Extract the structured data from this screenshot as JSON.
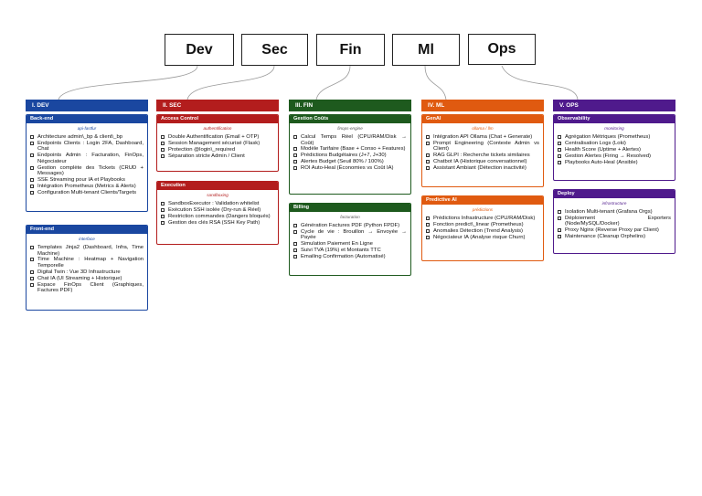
{
  "top_boxes": [
    "Dev",
    "Sec",
    "Fin",
    "Ml",
    "Ops"
  ],
  "colors": {
    "dev": "#1a47a0",
    "sec": "#b31d1d",
    "fin": "#1e5a1e",
    "ml": "#e05a10",
    "ops": "#4f1a8c"
  },
  "columns": [
    {
      "key": "dev",
      "title": "I. DEV",
      "cards": [
        {
          "title": "Back-end",
          "subtitle": "api-fastfur",
          "items": [
            "Architecture admin\\_bp & client\\_bp",
            "Endpoints Clients : Login 2FA, Dashboard, Chat",
            "Endpoints Admin : Facturation, FinOps, Négociateur",
            "Gestion complète des Tickets (CRUD + Messages)",
            "SSE Streaming pour IA et Playbooks",
            "Intégration Prometheus (Metrics & Alerts)",
            "Configuration Multi-tenant Clients/Targets"
          ]
        },
        {
          "title": "Front-end",
          "subtitle": "interface",
          "items": [
            "Templates Jinja2 (Dashboard, Infra, Time Machine)",
            "Time Machine : Heatmap + Navigation Temporelle",
            "Digital Twin : Vue 3D Infrastructure",
            "Chat IA (UI Streaming + Historique)",
            "Espace FinOps Client (Graphiques, Factures PDF)"
          ]
        }
      ]
    },
    {
      "key": "sec",
      "title": "II. SEC",
      "cards": [
        {
          "title": "Access Control",
          "subtitle": "authentification",
          "items": [
            "Double Authentification (Email + OTP)",
            "Session Management sécurisé (Flask)",
            "Protection @login\\_required",
            "Séparation stricte Admin / Client"
          ]
        },
        {
          "title": "Execution",
          "subtitle": "sandboxing",
          "items": [
            "SandboxExecutor : Validation whitelist",
            "Exécution SSH isolée (Dry-run & Réel)",
            "Restriction commandes (Dangers bloqués)",
            "Gestion des clés RSA (SSH Key Path)"
          ]
        }
      ]
    },
    {
      "key": "fin",
      "title": "III. FIN",
      "cards": [
        {
          "title": "Gestion Coûts",
          "subtitle": "finops-engine",
          "items": [
            "Calcul Temps Réel (CPU/RAM/Disk → Coût)",
            "Modèle Tarifaire (Base + Conso + Features)",
            "Prédictions Budgétaires (J+7, J+30)",
            "Alertes Budget (Seuil 80% / 100%)",
            "ROI Auto-Heal (Économies vs Coût IA)"
          ]
        },
        {
          "title": "Billing",
          "subtitle": "facturation",
          "items": [
            "Génération Factures PDF (Python FPDF)",
            "Cycle de vie : Brouillon → Envoyée → Payée",
            "Simulation Paiement En Ligne",
            "Suivi TVA (19%) et Montants TTC",
            "Emailing Confirmation (Automatisé)"
          ]
        }
      ]
    },
    {
      "key": "ml",
      "title": "IV. ML",
      "cards": [
        {
          "title": "GenAI",
          "subtitle": "ollama / llm",
          "items": [
            "Intégration API Ollama (Chat + Generate)",
            "Prompt Engineering (Contexte Admin vs Client)",
            "RAG GLPI : Recherche tickets similaires",
            "Chatbot IA (Historique conversationnel)",
            "Assistant Ambiant (Détection inactivité)"
          ]
        },
        {
          "title": "Predictive AI",
          "subtitle": "prédictions",
          "items": [
            "Prédictions Infrastructure (CPU/RAM/Disk)",
            "Fonction predict\\_linear (Prometheus)",
            "Anomalies Détection (Trend Analysis)",
            "Négociateur IA (Analyse risque Churn)"
          ]
        }
      ]
    },
    {
      "key": "ops",
      "title": "V. OPS",
      "cards": [
        {
          "title": "Observability",
          "subtitle": "monitoring",
          "items": [
            "Agrégation Métriques (Prometheus)",
            "Centralisation Logs (Loki)",
            "Health Score (Uptime + Alertes)",
            "Gestion Alertes (Firing → Resolved)",
            "Playbooks Auto-Heal (Ansible)"
          ]
        },
        {
          "title": "Deploy",
          "subtitle": "infrastructure",
          "items": [
            "Isolation Multi-tenant (Grafana Orgs)",
            "Déploiement Exporters (Node/MySQL/Docker)",
            "Proxy Nginx (Reverse Proxy par Client)",
            "Maintenance (Cleanup Orphelins)"
          ]
        }
      ]
    }
  ]
}
